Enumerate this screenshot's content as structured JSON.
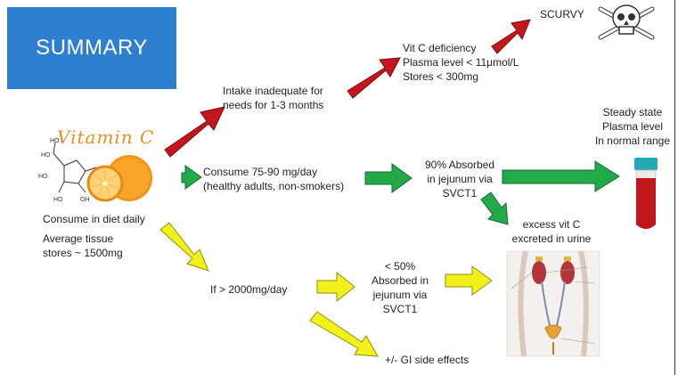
{
  "title": "SUMMARY",
  "vitamin": {
    "logo_text": "Vitamin C",
    "diet_line": "Consume in diet daily",
    "stores_line1": "Average tissue",
    "stores_line2": "stores ~ 1500mg"
  },
  "top_path": {
    "intake_line1": "Intake inadequate for",
    "intake_line2": "needs for 1-3 months",
    "deficiency_line1": "Vit C deficiency",
    "deficiency_line2": "Plasma level < 11μmol/L",
    "deficiency_line3": "Stores < 300mg",
    "outcome": "SCURVY"
  },
  "middle_path": {
    "consume_line1": "Consume 75-90 mg/day",
    "consume_line2": "(healthy adults, non-smokers)",
    "absorbed_line1": "90% Absorbed",
    "absorbed_line2": "in jejunum via",
    "absorbed_line3": "SVCT1",
    "steady_line1": "Steady state",
    "steady_line2": "Plasma level",
    "steady_line3": "In normal range",
    "excess_line1": "excess vit C",
    "excess_line2": "excreted in urine"
  },
  "bottom_path": {
    "high_dose": "If > 2000mg/day",
    "absorbed_line1": "< 50%",
    "absorbed_line2": "Absorbed in",
    "absorbed_line3": "jejunum via",
    "absorbed_line4": "SVCT1",
    "gi_effects": "+/- GI side effects"
  },
  "colors": {
    "red_arrow": "#c4161c",
    "green_arrow": "#22a94a",
    "yellow_arrow": "#f2f21a",
    "title_bg": "#2f7fd1"
  },
  "icons": [
    "skull-crossbones-icon",
    "orange-fruit-icon",
    "ascorbic-acid-structure-icon",
    "blood-tube-icon",
    "urinary-system-icon"
  ]
}
